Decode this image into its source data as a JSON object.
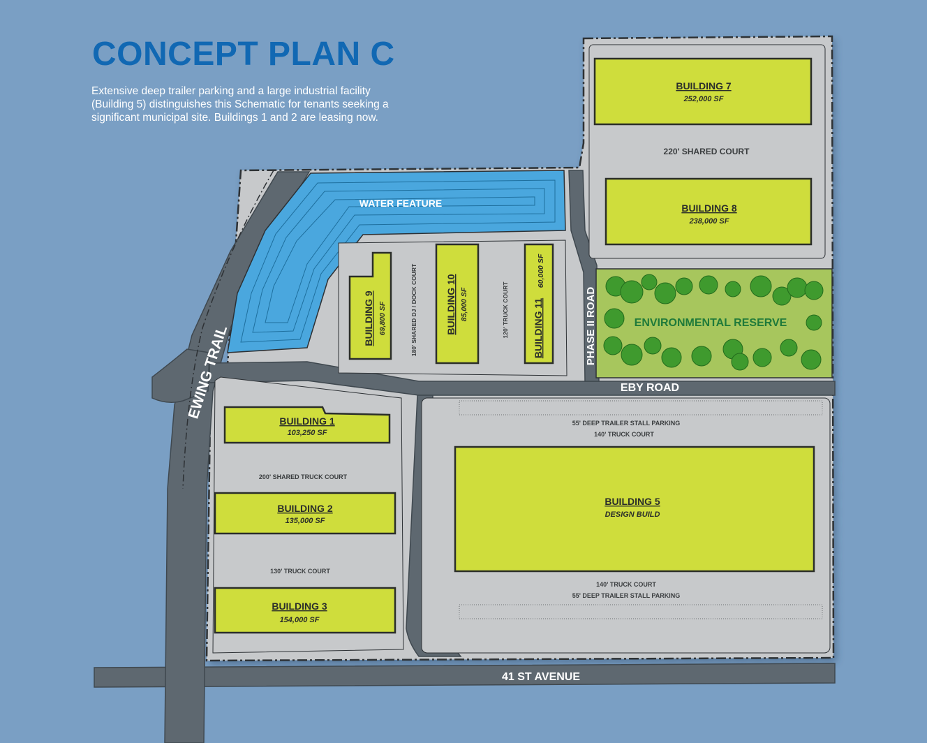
{
  "title": "CONCEPT PLAN C",
  "description": [
    "Extensive deep trailer parking and a large industrial facility",
    "(Building 5) distinguishes this Schematic for tenants seeking a",
    "significant municipal site. Buildings 1 and 2 are leasing now."
  ],
  "buildings": {
    "b1": {
      "name": "BUILDING 1",
      "sf": "103,250 SF"
    },
    "b2": {
      "name": "BUILDING 2",
      "sf": "135,000 SF"
    },
    "b3": {
      "name": "BUILDING 3",
      "sf": "154,000 SF"
    },
    "b5": {
      "name": "BUILDING 5",
      "sf": "DESIGN BUILD"
    },
    "b7": {
      "name": "BUILDING 7",
      "sf": "252,000 SF"
    },
    "b8": {
      "name": "BUILDING 8",
      "sf": "238,000 SF"
    },
    "b9": {
      "name": "BUILDING 9",
      "sf": "69,800 SF"
    },
    "b10": {
      "name": "BUILDING 10",
      "sf": "85,000 SF"
    },
    "b11": {
      "name": "BUILDING 11",
      "sf": "60,000 SF"
    }
  },
  "courts": {
    "shared_220": "220' SHARED COURT",
    "shared_truck_200": "200' SHARED TRUCK COURT",
    "truck_130": "130' TRUCK COURT",
    "truck_140_top": "140' TRUCK COURT",
    "truck_140_bottom": "140' TRUCK COURT",
    "trailer_top": "55' DEEP TRAILER STALL PARKING",
    "trailer_bottom": "55' DEEP TRAILER STALL PARKING",
    "dock_180": "180' SHARED DJ / DOCK COURT",
    "truck_120": "120' TRUCK COURT"
  },
  "features": {
    "water": "WATER FEATURE",
    "reserve": "ENVIRONMENTAL RESERVE"
  },
  "roads": {
    "ewing": "EWING TRAIL",
    "eby": "EBY ROAD",
    "phase2": "PHASE II ROAD",
    "avenue41": "41 ST AVENUE"
  },
  "colors": {
    "background": "#7a9fc4",
    "title": "#1168b3",
    "building": "#cfdd3c",
    "site": "#c7c9cb",
    "road": "#5e6870",
    "water": "#4aa7de",
    "reserve": "#a7c65d",
    "reserve_text": "#1f7a3a"
  }
}
